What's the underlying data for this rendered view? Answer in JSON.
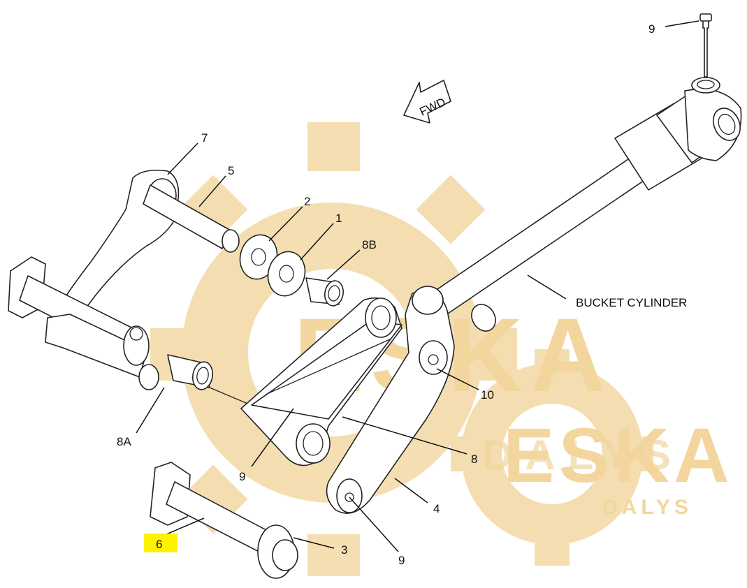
{
  "diagram": {
    "callouts": {
      "c9_top": "9",
      "c7": "7",
      "c5": "5",
      "c2": "2",
      "c1": "1",
      "c8b": "8B",
      "c8a": "8A",
      "c9_mid": "9",
      "c10": "10",
      "c8": "8",
      "c4": "4",
      "c6": "6",
      "c3": "3",
      "c9_bottom": "9"
    },
    "fwd_label": "FWD",
    "bucket_cylinder_label": "BUCKET CYLINDER",
    "highlight_color": "#fff200"
  },
  "watermark": {
    "logo_text_1": "ESKA",
    "logo_text_2": "DALYS",
    "logo_text_3": "ESKA",
    "logo_text_4": "DALYS",
    "color": "#f3d9a4"
  }
}
